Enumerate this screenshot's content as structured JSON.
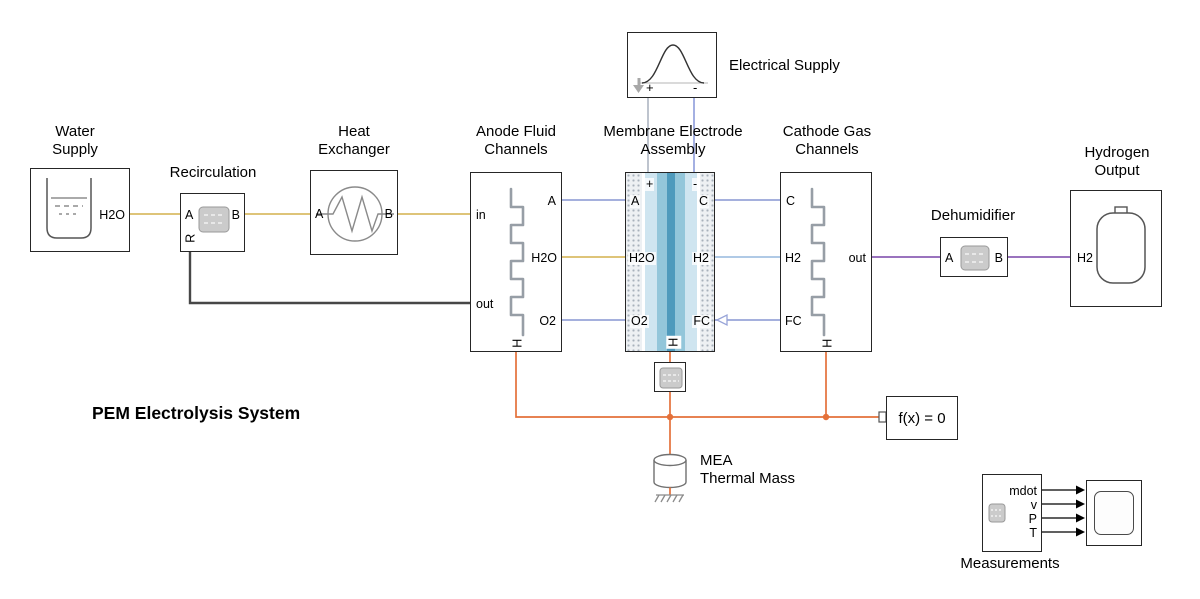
{
  "title": "PEM Electrolysis System",
  "colors": {
    "liquid_line": "#d9bc66",
    "gas_line": "#98a4d8",
    "hydrogen_line": "#a4c2e2",
    "moist_gas_line": "#8b5fb5",
    "thermal_line": "#e4713a",
    "electrical_pos_line": "#a3abb8",
    "electrical_neg_line": "#7d8fd6",
    "recirculation_line": "#474747",
    "signal_line": "#000000",
    "mea_membrane_dark": "#4e9abc",
    "mea_membrane_mid": "#93c6da",
    "mea_membrane_light": "#cfe5f0"
  },
  "blocks": {
    "water_supply": {
      "label": "Water\nSupply",
      "ports": {
        "h2o": "H2O"
      }
    },
    "recirculation": {
      "label": "Recirculation",
      "ports": {
        "a": "A",
        "b": "B",
        "r": "R"
      }
    },
    "heat_exchanger": {
      "label": "Heat\nExchanger",
      "ports": {
        "a": "A",
        "b": "B"
      }
    },
    "anode_fluid_channels": {
      "label": "Anode Fluid\nChannels",
      "ports": {
        "in": "in",
        "out": "out",
        "a": "A",
        "h2o": "H2O",
        "o2": "O2",
        "h": "H"
      }
    },
    "membrane_electrode_assembly": {
      "label": "Membrane Electrode\nAssembly",
      "ports": {
        "plus": "+",
        "minus": "-",
        "a": "A",
        "h2o": "H2O",
        "o2": "O2",
        "c": "C",
        "h2": "H2",
        "fc": "FC",
        "h": "H"
      }
    },
    "electrical_supply": {
      "label": "Electrical Supply",
      "ports": {
        "plus": "+",
        "minus": "-"
      }
    },
    "cathode_gas_channels": {
      "label": "Cathode Gas\nChannels",
      "ports": {
        "c": "C",
        "h2": "H2",
        "fc": "FC",
        "out": "out",
        "h": "H"
      }
    },
    "dehumidifier": {
      "label": "Dehumidifier",
      "ports": {
        "a": "A",
        "b": "B"
      }
    },
    "hydrogen_output": {
      "label": "Hydrogen\nOutput",
      "ports": {
        "h2": "H2"
      }
    },
    "solver": {
      "label": "f(x) = 0"
    },
    "mea_thermal_mass": {
      "label": "MEA\nThermal Mass"
    },
    "measurements": {
      "label": "Measurements",
      "ports": {
        "mdot": "mdot",
        "v": "v",
        "p": "P",
        "t": "T"
      }
    }
  }
}
